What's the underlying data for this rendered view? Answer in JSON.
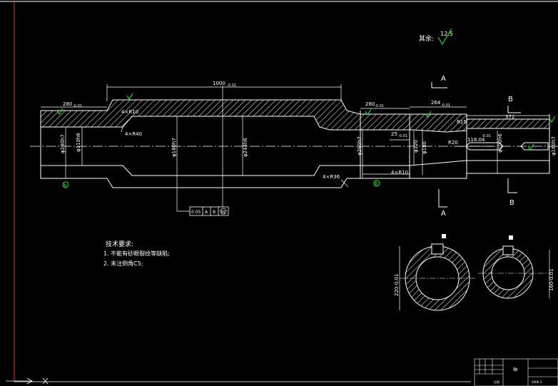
{
  "colors": {
    "background": "#000000",
    "lines": "#ffffff",
    "dims": "#ffffff",
    "roughness": "#00ff00",
    "border_red": "#ff2020",
    "accent": "#ffff00"
  },
  "drawing": {
    "roughness_note": "其余:",
    "roughness_value": "12.5",
    "dims": {
      "overall_length": "1000",
      "overall_tol": "-0.01",
      "left_len": "280",
      "left_tol": "-0.01",
      "mid_len": "280",
      "mid_tol": "-0.01",
      "right_len": "264",
      "right_tol": "-0.01",
      "keyway_len": "372",
      "short_len": "25",
      "short_tol": "-0.01",
      "groove_r": "R20",
      "small_len": "118.04",
      "small_tol": "-0.01"
    },
    "dia_labels": [
      "φ290h7",
      "φ110h6",
      "φ180h7",
      "φ244h6",
      "φ290h7",
      "φ120",
      "φ180",
      "φ100h6",
      "φ160h7"
    ],
    "radius_labels": [
      "4×R10",
      "4×R40",
      "4×R36",
      "4×R10",
      "R15"
    ],
    "section_labels": {
      "a_top": "A",
      "a_bottom": "A",
      "b_top": "B",
      "b_bottom": "B"
    },
    "datum_labels": [
      "A",
      "B"
    ],
    "geo_tol": {
      "value": "0.05",
      "datum1": "A",
      "datum2": "B",
      "mod": "M"
    },
    "section_dims": {
      "left": "220-0.01",
      "right": "160-0.01"
    }
  },
  "notes": {
    "title": "技术要求:",
    "items": [
      "1. 不能有砂眼裂纹等缺陷;",
      "2. 未注倒角C5;"
    ]
  },
  "title_block": {
    "cell_name": "轴",
    "cell_scale": "比例",
    "cell_date": "2006.3"
  }
}
